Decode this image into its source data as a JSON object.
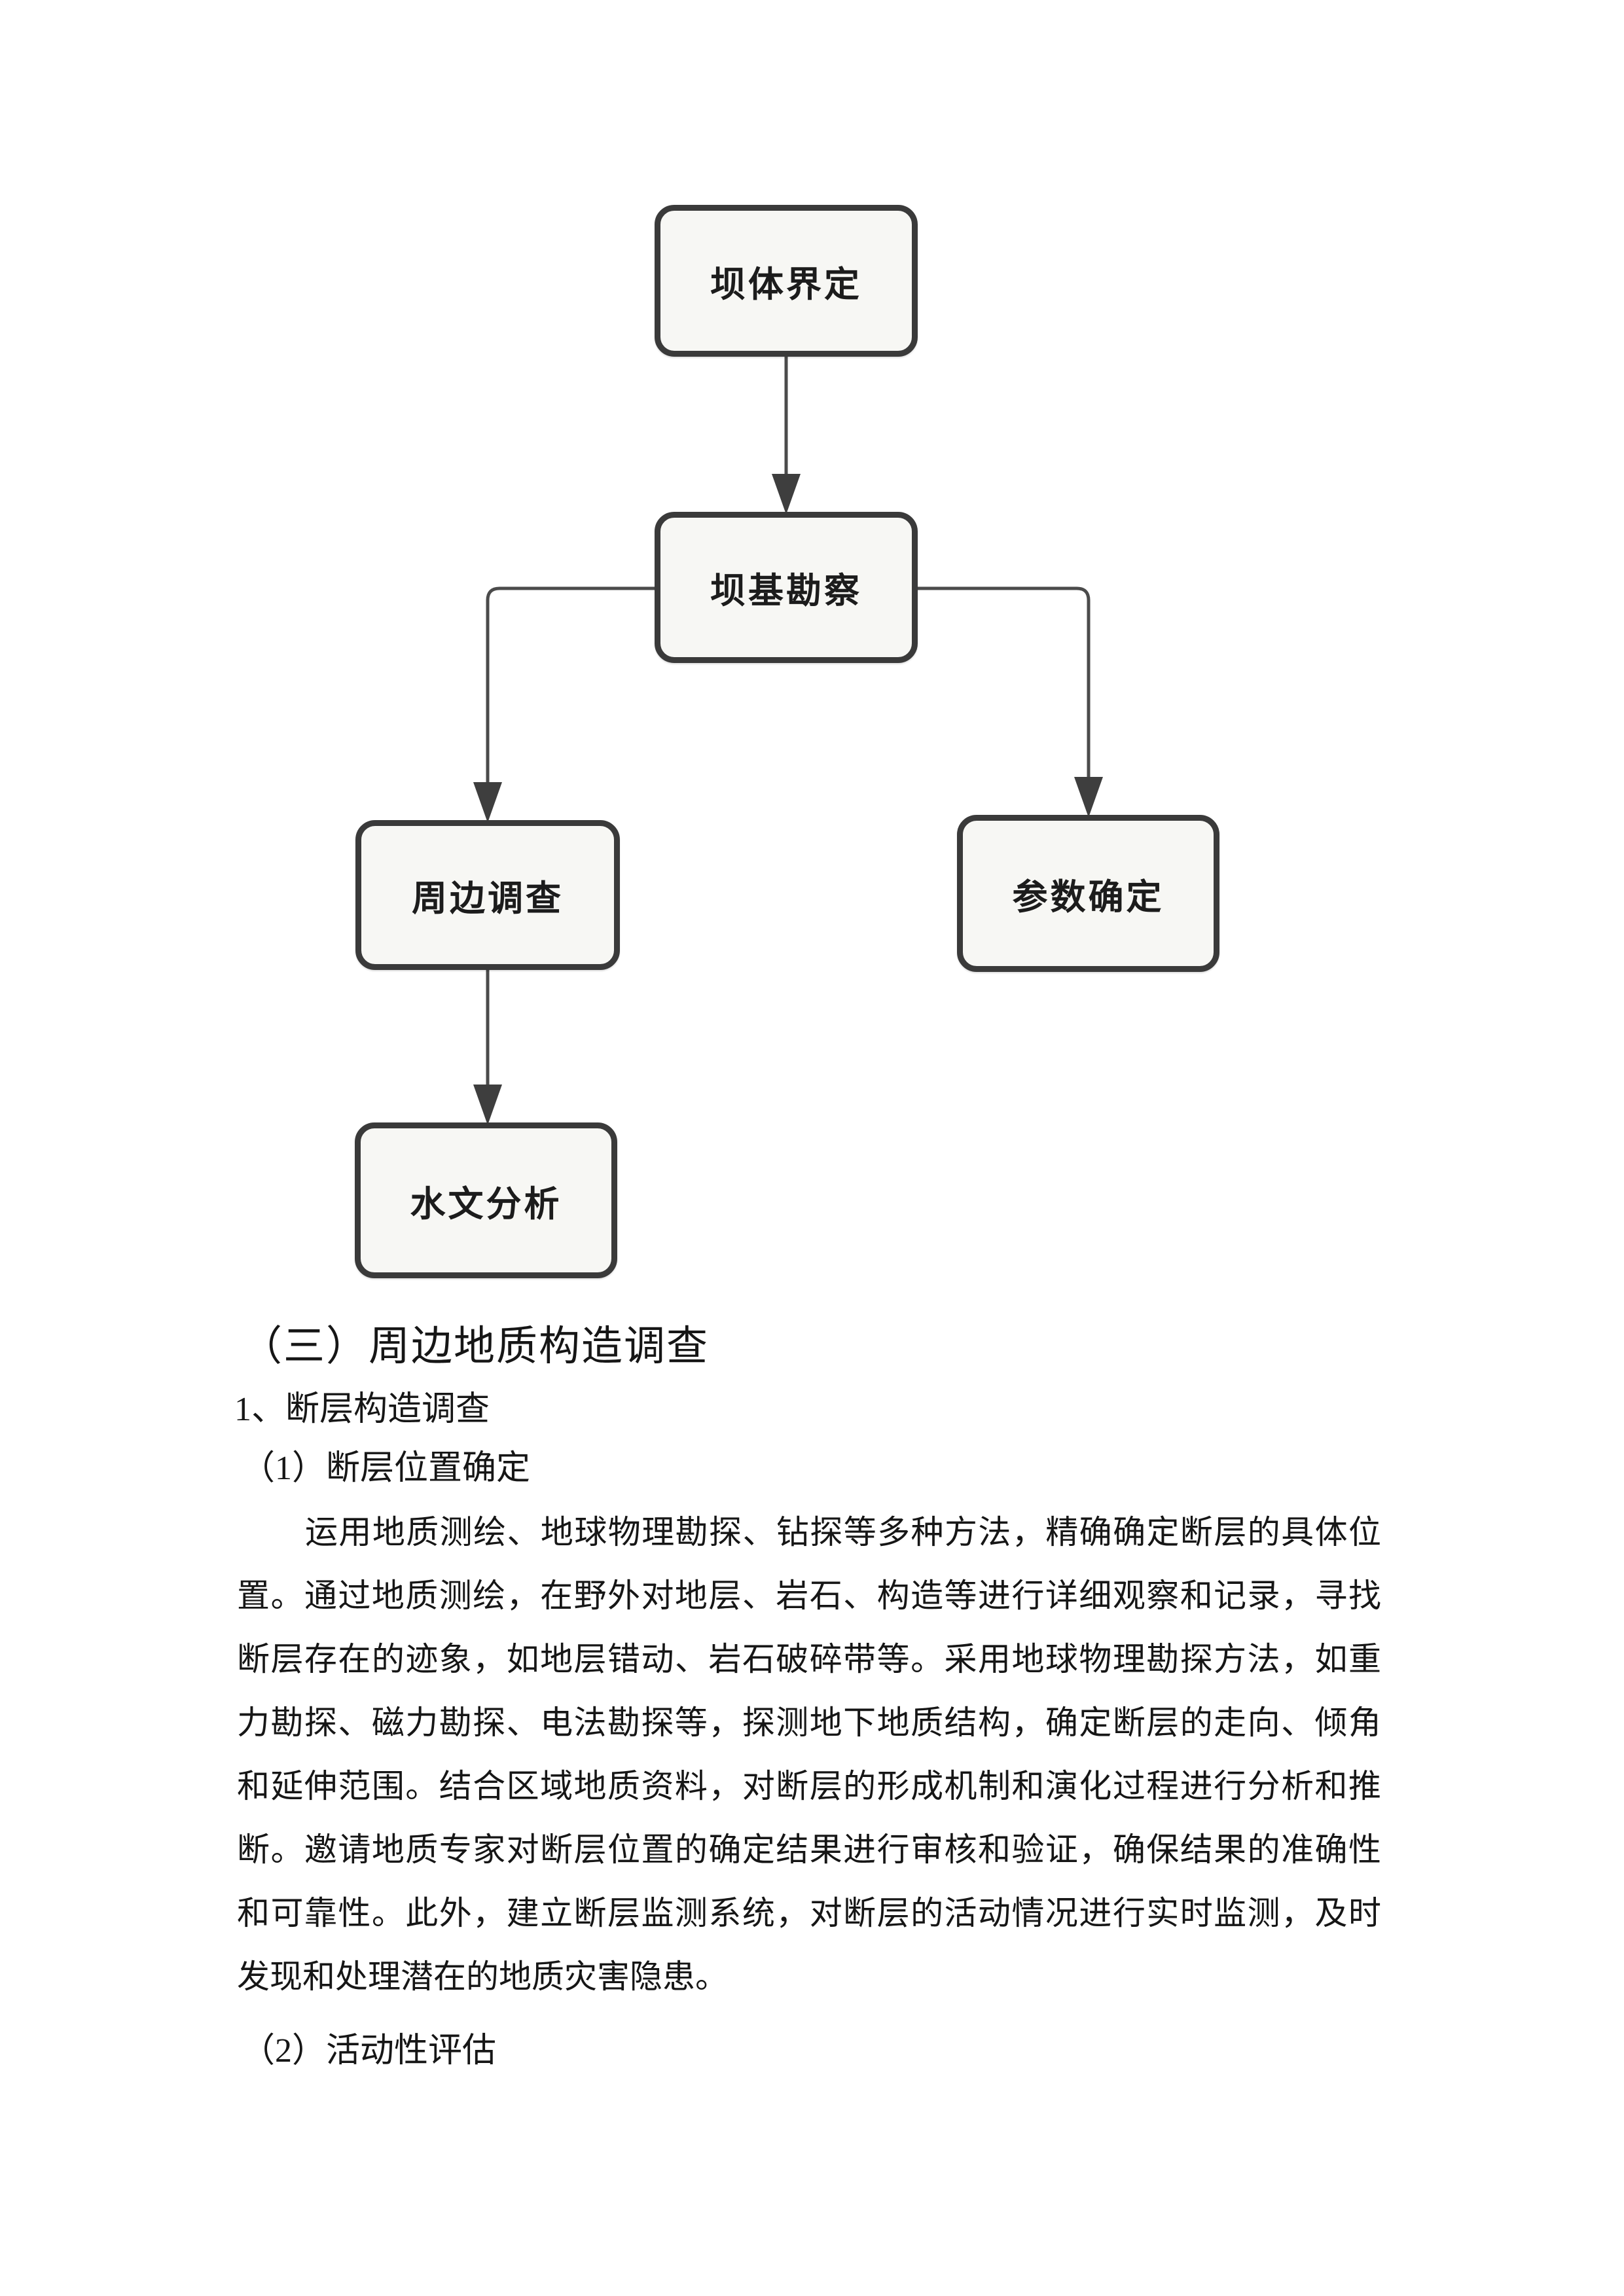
{
  "page": {
    "background_color": "#ffffff",
    "text_color": "#161616"
  },
  "flowchart": {
    "box_fill_color": "#f7f7f4",
    "box_border_color": "#3a3a3a",
    "connector_color": "#4b4b4b",
    "label_color": "#1c1c1c",
    "nodes": [
      {
        "id": "dam-body-definition",
        "label": "坝体界定"
      },
      {
        "id": "dam-foundation-survey",
        "label": "坝基勘察"
      },
      {
        "id": "surrounding-investigation",
        "label": "周边调查"
      },
      {
        "id": "parameter-determination",
        "label": "参数确定"
      },
      {
        "id": "hydrological-analysis",
        "label": "水文分析"
      }
    ],
    "edges": [
      {
        "from": "坝体界定",
        "to": "坝基勘察"
      },
      {
        "from": "坝基勘察",
        "to": "周边调查"
      },
      {
        "from": "坝基勘察",
        "to": "参数确定"
      },
      {
        "from": "周边调查",
        "to": "水文分析"
      }
    ]
  },
  "document": {
    "section_heading": "（三）周边地质构造调查",
    "subsection_1": "1、断层构造调查",
    "subsection_1_1": "（1）断层位置确定",
    "paragraph": {
      "lines": [
        "运用地质测绘、地球物理勘探、钻探等多种方法，精确确定断层的具体位",
        "置。通过地质测绘，在野外对地层、岩石、构造等进行详细观察和记录，寻找",
        "断层存在的迹象，如地层错动、岩石破碎带等。采用地球物理勘探方法，如重",
        "力勘探、磁力勘探、电法勘探等，探测地下地质结构，确定断层的走向、倾角",
        "和延伸范围。结合区域地质资料，对断层的形成机制和演化过程进行分析和推",
        "断。邀请地质专家对断层位置的确定结果进行审核和验证，确保结果的准确性",
        "和可靠性。此外，建立断层监测系统，对断层的活动情况进行实时监测，及时",
        "发现和处理潜在的地质灾害隐患。"
      ]
    },
    "subsection_1_2": "（2）活动性评估"
  }
}
